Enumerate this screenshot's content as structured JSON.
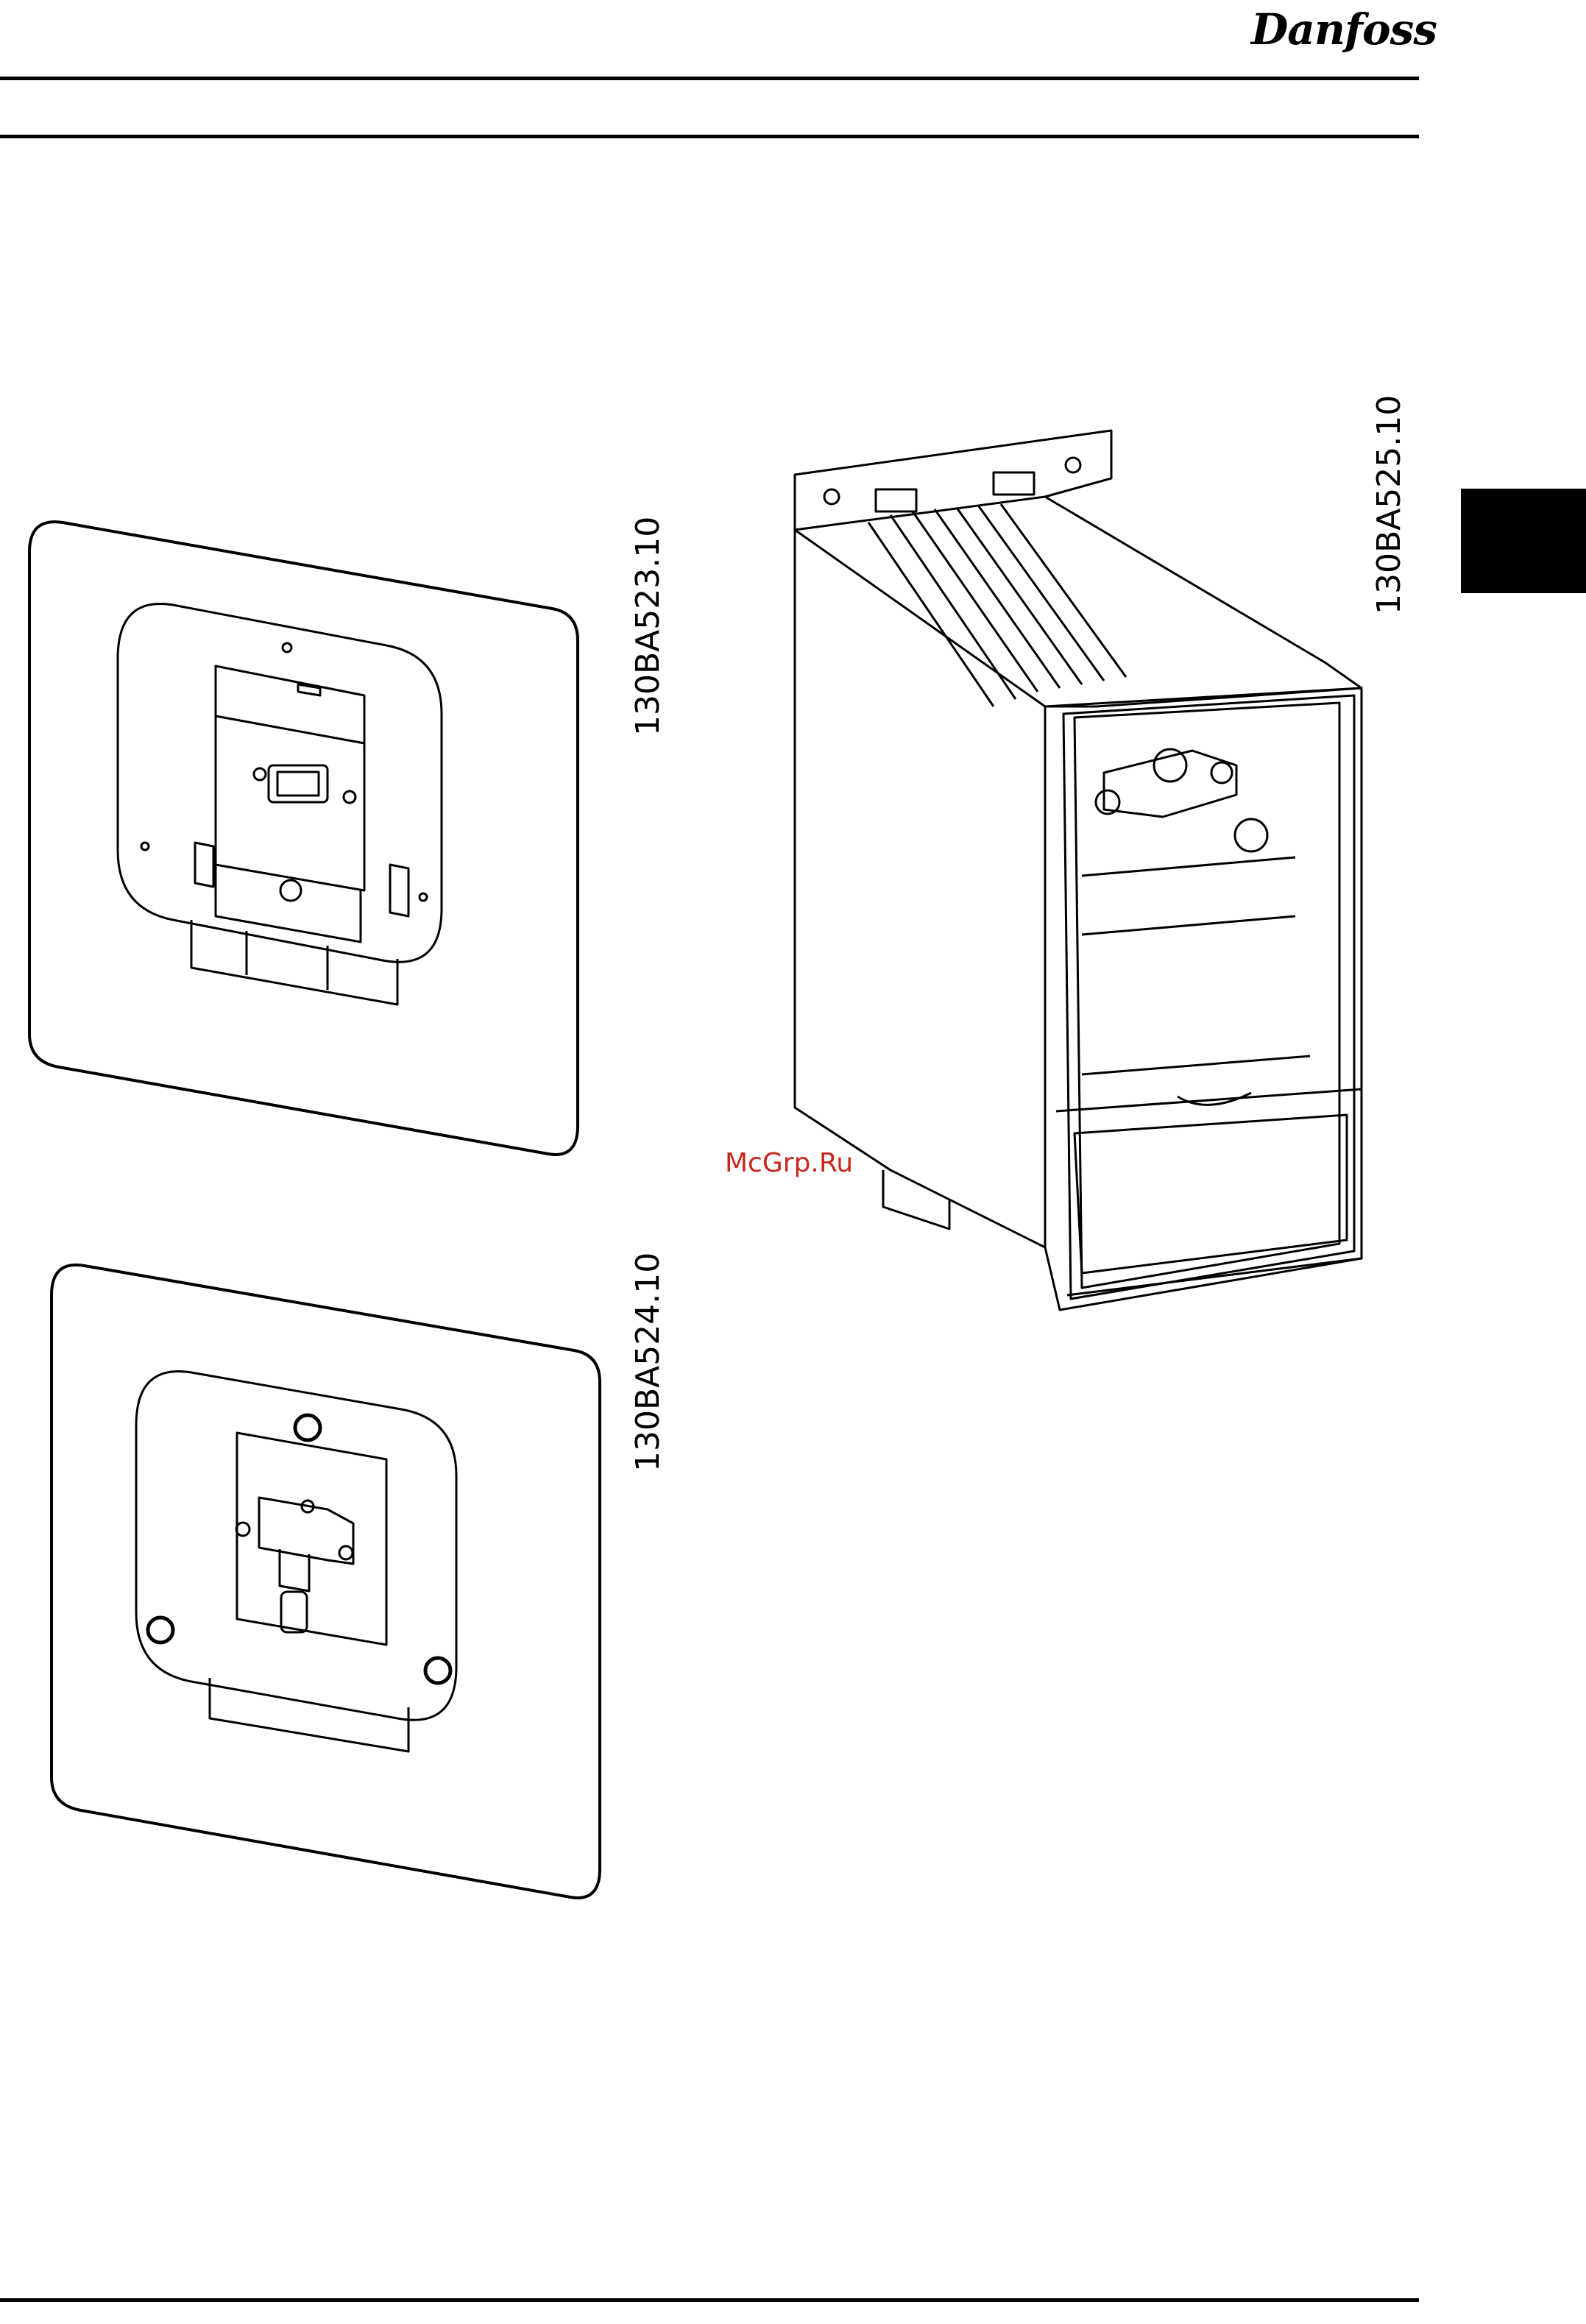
{
  "header": {
    "brand_logo": "Danfoss"
  },
  "figures": [
    {
      "code": "130BA523.10"
    },
    {
      "code": "130BA524.10"
    },
    {
      "code": "130BA525.10"
    }
  ],
  "watermark": "McGrp.Ru"
}
